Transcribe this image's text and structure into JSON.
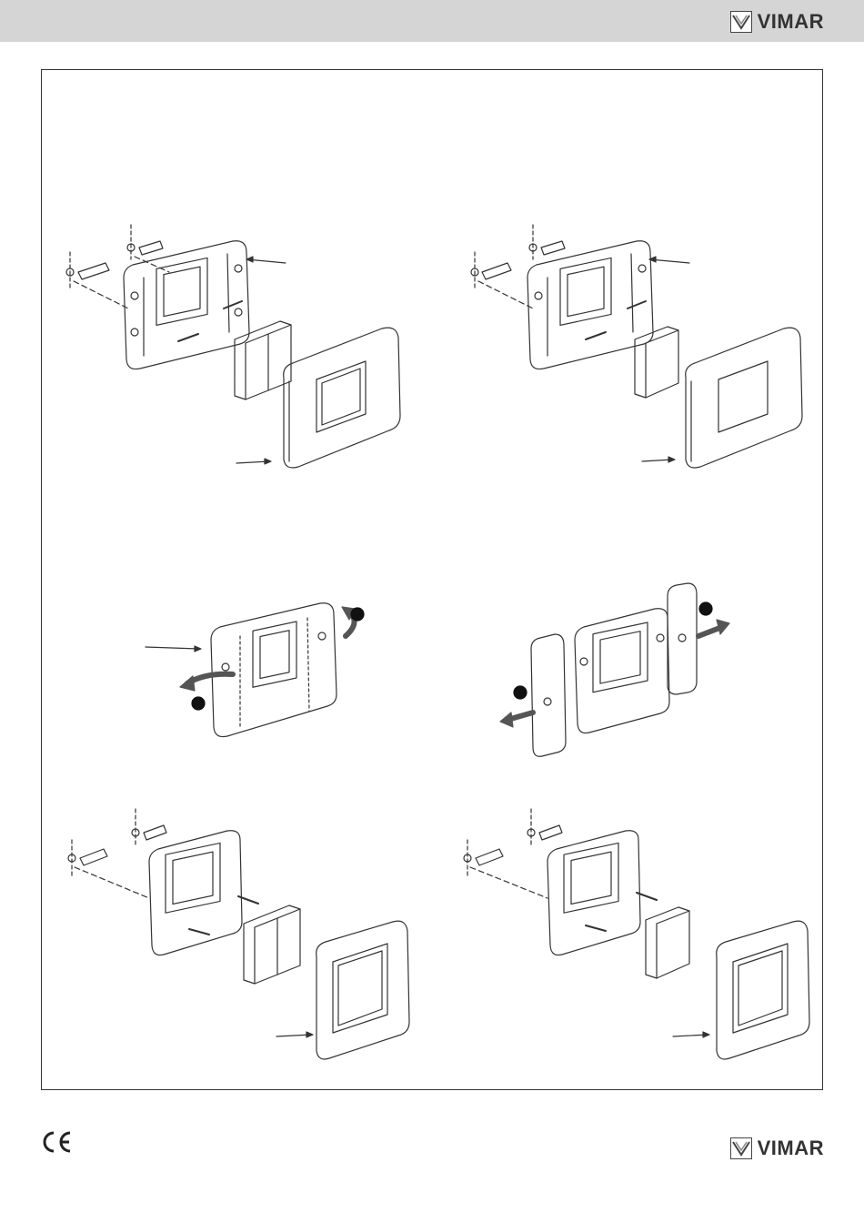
{
  "brand": {
    "name": "VIMAR",
    "logo_icon": "vimar-v-logo-icon"
  },
  "marks": {
    "certification": "CE",
    "certification_icon": "ce-mark-icon"
  },
  "steps": [
    {
      "id": "assembly-2-module-switch",
      "description_icon": "mounting-frame-exploded-icon"
    },
    {
      "id": "assembly-1-module-switch",
      "description_icon": "mounting-frame-exploded-icon"
    },
    {
      "id": "break-off-side-wings",
      "description_icon": "frame-rotate-icon"
    },
    {
      "id": "side-wings-removed",
      "description_icon": "frame-wings-detached-icon"
    },
    {
      "id": "compact-assembly-2-module-switch",
      "description_icon": "mounting-frame-exploded-icon"
    },
    {
      "id": "compact-assembly-1-module-switch",
      "description_icon": "mounting-frame-exploded-icon"
    }
  ],
  "colors": {
    "header_band": "#d5d5d5",
    "line": "#333333",
    "callout_dot": "#111111"
  }
}
